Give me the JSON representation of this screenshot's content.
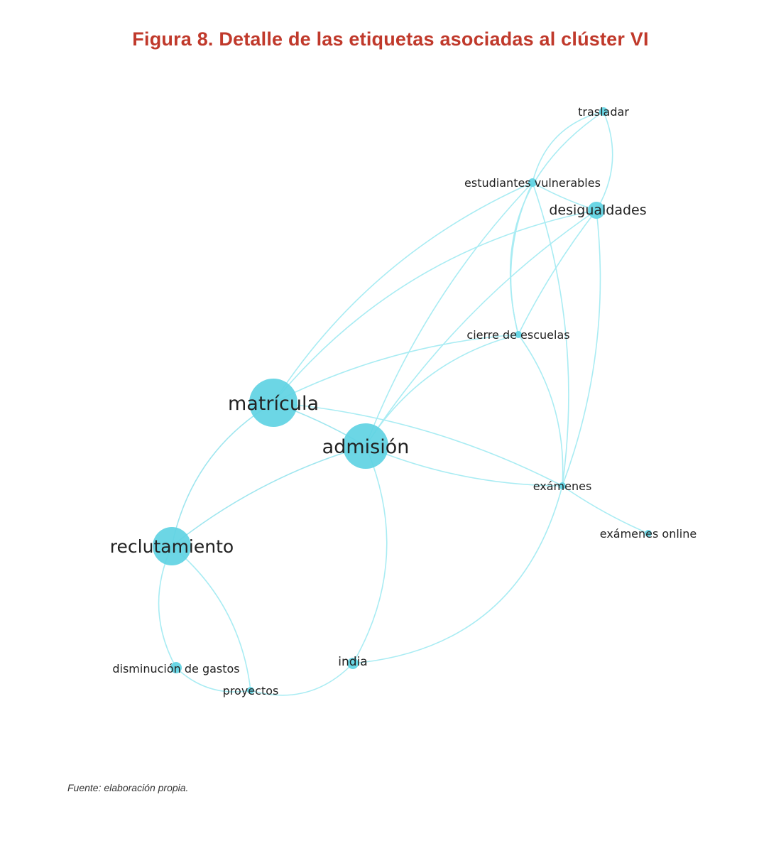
{
  "title": "Figura 8. Detalle de las etiquetas asociadas al clúster VI",
  "source": "Fuente: elaboración propia.",
  "colors": {
    "title": "#c0392b",
    "node": "#5fd3e3",
    "edge": "#a9ecf3"
  },
  "network": {
    "nodes": [
      {
        "id": "trasladar",
        "label": "trasladar"
      },
      {
        "id": "estudiantes_vulnerables",
        "label": "estudiantes vulnerables"
      },
      {
        "id": "desigualdades",
        "label": "desigualdades"
      },
      {
        "id": "cierre_de_escuelas",
        "label": "cierre de escuelas"
      },
      {
        "id": "matricula",
        "label": "matrícula"
      },
      {
        "id": "admision",
        "label": "admisión"
      },
      {
        "id": "examenes",
        "label": "exámenes"
      },
      {
        "id": "examenes_online",
        "label": "exámenes online"
      },
      {
        "id": "reclutamiento",
        "label": "reclutamiento"
      },
      {
        "id": "disminucion_de_gastos",
        "label": "disminución de gastos"
      },
      {
        "id": "india",
        "label": "india"
      },
      {
        "id": "proyectos",
        "label": "proyectos"
      }
    ],
    "edges": [
      [
        "trasladar",
        "estudiantes_vulnerables"
      ],
      [
        "trasladar",
        "desigualdades"
      ],
      [
        "trasladar",
        "cierre_de_escuelas"
      ],
      [
        "estudiantes_vulnerables",
        "desigualdades"
      ],
      [
        "estudiantes_vulnerables",
        "matricula"
      ],
      [
        "estudiantes_vulnerables",
        "admision"
      ],
      [
        "estudiantes_vulnerables",
        "examenes"
      ],
      [
        "estudiantes_vulnerables",
        "cierre_de_escuelas"
      ],
      [
        "desigualdades",
        "matricula"
      ],
      [
        "desigualdades",
        "admision"
      ],
      [
        "desigualdades",
        "cierre_de_escuelas"
      ],
      [
        "desigualdades",
        "examenes"
      ],
      [
        "cierre_de_escuelas",
        "matricula"
      ],
      [
        "cierre_de_escuelas",
        "admision"
      ],
      [
        "cierre_de_escuelas",
        "examenes"
      ],
      [
        "matricula",
        "admision"
      ],
      [
        "matricula",
        "reclutamiento"
      ],
      [
        "matricula",
        "examenes"
      ],
      [
        "admision",
        "reclutamiento"
      ],
      [
        "admision",
        "examenes"
      ],
      [
        "admision",
        "india"
      ],
      [
        "examenes",
        "examenes_online"
      ],
      [
        "examenes",
        "india"
      ],
      [
        "reclutamiento",
        "disminucion_de_gastos"
      ],
      [
        "reclutamiento",
        "proyectos"
      ],
      [
        "india",
        "proyectos"
      ],
      [
        "disminucion_de_gastos",
        "proyectos"
      ]
    ]
  }
}
